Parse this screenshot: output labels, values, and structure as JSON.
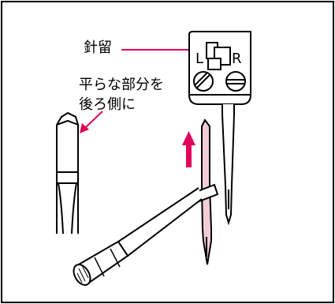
{
  "labels": {
    "needle_clamp": "針留",
    "flat_side_line1": "平らな部分を",
    "flat_side_line2": "後ろ側に",
    "left": "L",
    "right": "R"
  },
  "colors": {
    "accent_magenta": "#e0005a",
    "needle_fill": "#f2cdd6"
  }
}
